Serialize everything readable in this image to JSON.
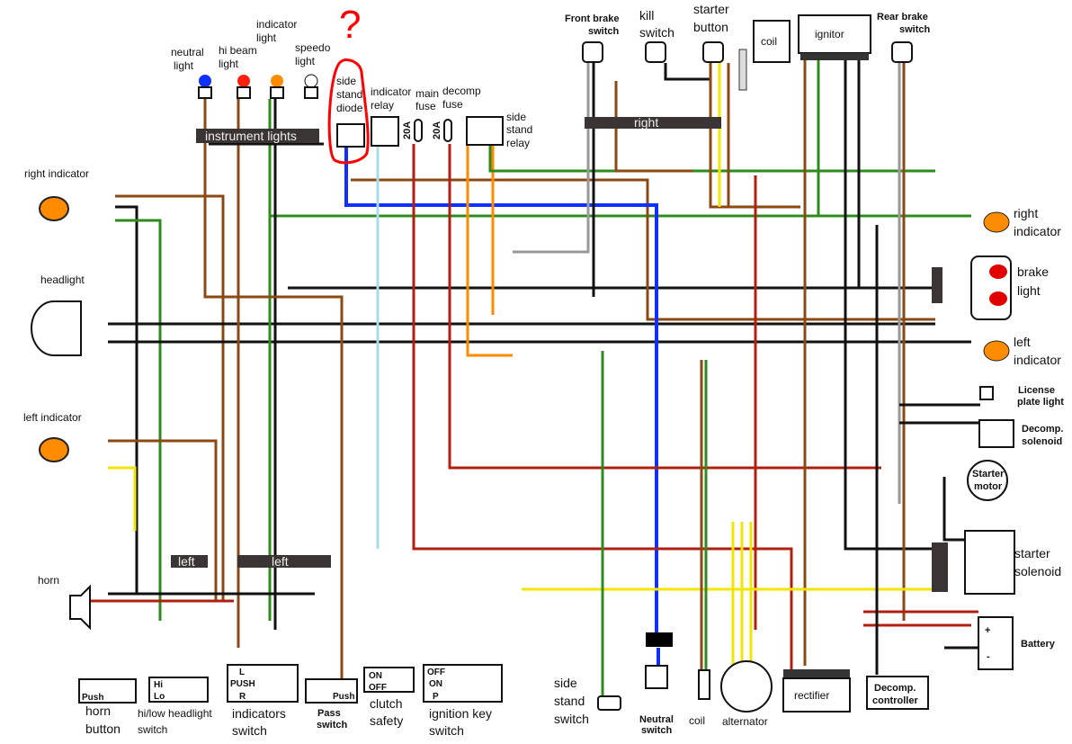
{
  "annotation": {
    "mark": "?",
    "color": "#ff0000"
  },
  "top_left": {
    "neutral_light": [
      "neutral",
      "light"
    ],
    "hi_beam_light": [
      "hi beam",
      "light"
    ],
    "indicator_light": [
      "indicator",
      "light"
    ],
    "speedo_light": [
      "speedo",
      "light"
    ],
    "side_stand_diode": [
      "side",
      "stand",
      "diode"
    ],
    "indicator_relay": [
      "indicator",
      "relay"
    ],
    "main_fuse": [
      "main",
      "fuse"
    ],
    "decomp_fuse": [
      "decomp",
      "fuse"
    ],
    "fuse_rating": "20A",
    "side_stand_relay": [
      "side",
      "stand",
      "relay"
    ],
    "instrument_lights": "instrument lights"
  },
  "top_right": {
    "front_brake_switch": [
      "Front brake",
      "switch"
    ],
    "kill_switch": [
      "kill",
      "switch"
    ],
    "starter_button": [
      "starter",
      "button"
    ],
    "coil": "coil",
    "ignitor": "ignitor",
    "rear_brake_switch": [
      "Rear brake",
      "switch"
    ],
    "right_bar": "right"
  },
  "left_side": {
    "right_indicator": "right indicator",
    "headlight": "headlight",
    "left_indicator": "left indicator",
    "horn": "horn",
    "left_bar_1": "left",
    "left_bar_2": "left"
  },
  "bottom": {
    "horn_button": [
      "horn",
      "button"
    ],
    "horn_table": [
      "Push"
    ],
    "hi_low_switch": [
      "hi/low headlight",
      "switch"
    ],
    "hi_low_table": [
      "Hi",
      "Lo"
    ],
    "indicators_switch": [
      "indicators",
      "switch"
    ],
    "indicators_table": [
      "L",
      "PUSH",
      "R"
    ],
    "pass_switch": [
      "Pass",
      "switch"
    ],
    "pass_table": [
      "Push"
    ],
    "clutch_safety": [
      "clutch",
      "safety"
    ],
    "clutch_table": [
      "ON",
      "OFF"
    ],
    "ignition_key_switch": [
      "ignition key",
      "switch"
    ],
    "ignition_table": [
      "OFF",
      "ON",
      "P"
    ],
    "side_stand_switch": [
      "side",
      "stand",
      "switch"
    ],
    "neutral_switch": [
      "Neutral",
      "switch"
    ],
    "coil": "coil",
    "alternator": "alternator",
    "rectifier": "rectifier",
    "decomp_controller": [
      "Decomp.",
      "controller"
    ],
    "battery": "Battery",
    "battery_plus": "+",
    "battery_minus": "-"
  },
  "right_side": {
    "right_indicator": [
      "right",
      "indicator"
    ],
    "brake_light": [
      "brake",
      "light"
    ],
    "left_indicator": [
      "left",
      "indicator"
    ],
    "license_plate_light": [
      "License",
      "plate light"
    ],
    "decomp_solenoid": [
      "Decomp.",
      "solenoid"
    ],
    "starter_motor": [
      "Starter",
      "motor"
    ],
    "starter_solenoid": [
      "starter",
      "solenoid"
    ]
  },
  "colors": {
    "brown": "#8b4a14",
    "black": "#111111",
    "green": "#2e8b1e",
    "yellow": "#f2e600",
    "blue": "#1030ff",
    "orange": "#ff8a00",
    "red": "#b02010",
    "lightblue": "#a8dde8",
    "grey": "#999999",
    "indicator_bulb": "#ff8c00",
    "brake_bulb": "#e00000",
    "neutral_bulb": "#1030ff"
  }
}
